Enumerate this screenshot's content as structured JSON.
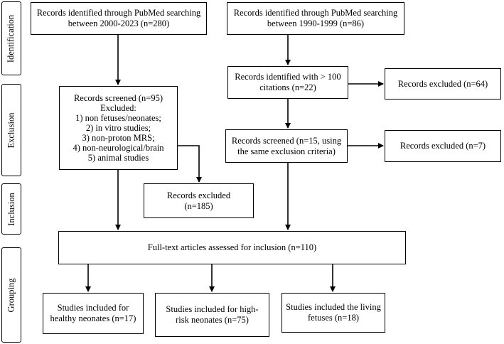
{
  "stages": {
    "identification": "Identification",
    "exclusion": "Exclusion",
    "inclusion": "Inclusion",
    "grouping": "Grouping"
  },
  "nodes": {
    "pubmed_2000": {
      "line1": "Records identified through PubMed searching",
      "line2": "between 2000-2023 (n=280)"
    },
    "pubmed_1990": {
      "line1": "Records identified through PubMed searching",
      "line2": "between 1990-1999 (n=86)"
    },
    "citations_100": {
      "line1": "Records identified with > 100",
      "line2": "citations (n=22)"
    },
    "excluded_64": {
      "line1": "Records excluded (n=64)"
    },
    "screened_95": {
      "line1": "Records screened (n=95)",
      "line2": "Excluded:",
      "line3": "1) non fetuses/neonates;",
      "line4": "2) in vitro studies;",
      "line5": "3) non-proton MRS;",
      "line6": "4) non-neurological/brain",
      "line7": "5) animal studies"
    },
    "screened_15": {
      "line1": "Records screened (n=15, using",
      "line2": "the same exclusion criteria)"
    },
    "excluded_7": {
      "line1": "Records excluded (n=7)"
    },
    "excluded_185": {
      "line1": "Records excluded",
      "line2": "(n=185)"
    },
    "fulltext_110": {
      "line1": "Full-text articles assessed for inclusion (n=110)"
    },
    "healthy_17": {
      "line1": "Studies included for",
      "line2": "healthy neonates (n=17)"
    },
    "highrisk_75": {
      "line1": "Studies included for high-",
      "line2": "risk neonates (n=75)"
    },
    "fetuses_18": {
      "line1": "Studies included the living",
      "line2": "fetuses (n=18)"
    }
  }
}
